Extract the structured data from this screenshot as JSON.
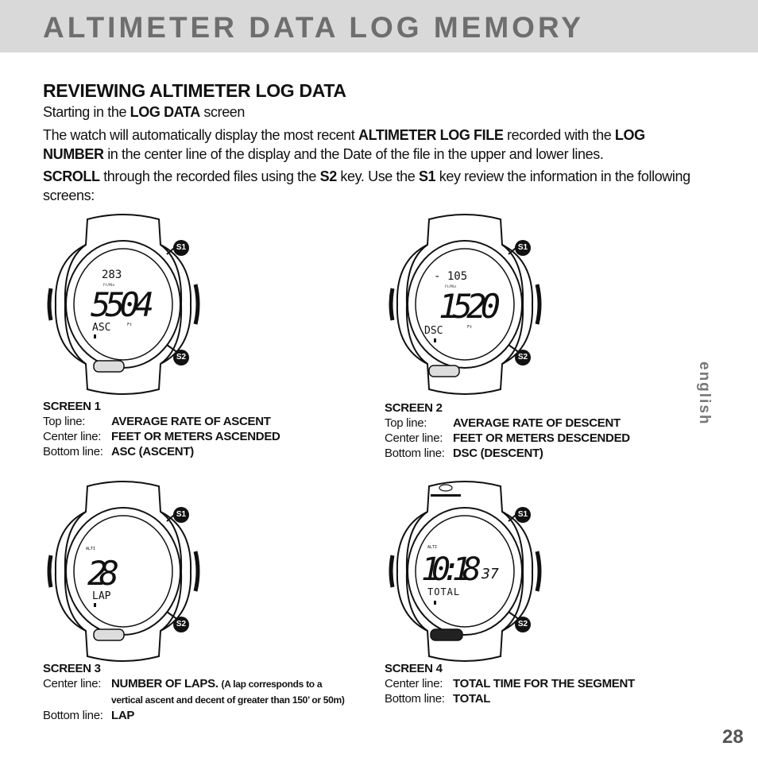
{
  "header": {
    "title": "ALTIMETER DATA LOG MEMORY"
  },
  "section_title": "REVIEWING ALTIMETER LOG DATA",
  "intro": {
    "pre": "Starting in the ",
    "bold": "LOG DATA",
    "post": " screen"
  },
  "para1": {
    "t1": "The watch will automatically display the most recent ",
    "b1": "ALTIMETER LOG FILE",
    "t2": " recorded with the ",
    "b2": "LOG NUMBER",
    "t3": " in the center line of the display and the Date of the file in the upper and lower lines."
  },
  "para2": {
    "b1": "SCROLL",
    "t1": " through the recorded files using the ",
    "b2": "S2",
    "t2": " key. Use the ",
    "b3": "S1",
    "t3": " key review the information in the following screens:"
  },
  "keys": {
    "s1": "S1",
    "s2": "S2"
  },
  "watches": {
    "w1": {
      "top": "283",
      "unit_top": "Ft/Min",
      "main": "5504",
      "bottom": "ASC",
      "unit": "Ft"
    },
    "w2": {
      "top": "- 105",
      "unit_top": "Ft/Min",
      "main": "1520",
      "bottom": "DSC",
      "unit": "Ft"
    },
    "w3": {
      "label": "ALTI",
      "main": "28",
      "bottom": "LAP"
    },
    "w4": {
      "label": "ALTI",
      "main": "10:18",
      "sec": "37",
      "bottom": "TOTAL"
    }
  },
  "screens": {
    "s1": {
      "head": "SCREEN 1",
      "r1l": "Top line:",
      "r1v": "AVERAGE RATE OF ASCENT",
      "r2l": "Center line:",
      "r2v": "FEET OR METERS ASCENDED",
      "r3l": "Bottom line:",
      "r3v": "ASC (ASCENT)"
    },
    "s2": {
      "head": "SCREEN 2",
      "r1l": "Top line:",
      "r1v": "AVERAGE RATE OF DESCENT",
      "r2l": "Center line:",
      "r2v": "FEET OR METERS DESCENDED",
      "r3l": "Bottom line:",
      "r3v": "DSC (DESCENT)"
    },
    "s3": {
      "head": "SCREEN 3",
      "r1l": "Center line:",
      "r1v": "NUMBER OF LAPS.",
      "r1note": "(A lap corresponds to a",
      "r1note2": "vertical ascent and decent of greater than 150’ or 50m)",
      "r2l": "Bottom line:",
      "r2v": "LAP"
    },
    "s4": {
      "head": "SCREEN 4",
      "r1l": "Center line:",
      "r1v": "TOTAL TIME FOR THE SEGMENT",
      "r2l": "Bottom line:",
      "r2v": "TOTAL"
    }
  },
  "side_label": "english",
  "page_number": "28"
}
